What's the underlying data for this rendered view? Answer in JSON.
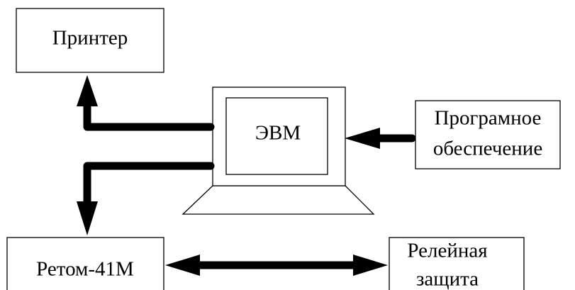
{
  "nodes": {
    "printer": {
      "label": "Принтер"
    },
    "computer": {
      "label": "ЭВМ"
    },
    "software": {
      "line1": "Програмное",
      "line2": "обеспечение"
    },
    "retom": {
      "label": "Ретом-41М"
    },
    "relay": {
      "line1": "Релейная",
      "line2": "защита"
    }
  },
  "edges": [
    {
      "from": "computer",
      "to": "printer",
      "direction": "forward"
    },
    {
      "from": "computer",
      "to": "retom",
      "direction": "forward"
    },
    {
      "from": "software",
      "to": "computer",
      "direction": "forward"
    },
    {
      "from": "retom",
      "to": "relay",
      "direction": "bidirectional"
    }
  ],
  "colors": {
    "stroke": "#000000",
    "fill": "#ffffff"
  }
}
